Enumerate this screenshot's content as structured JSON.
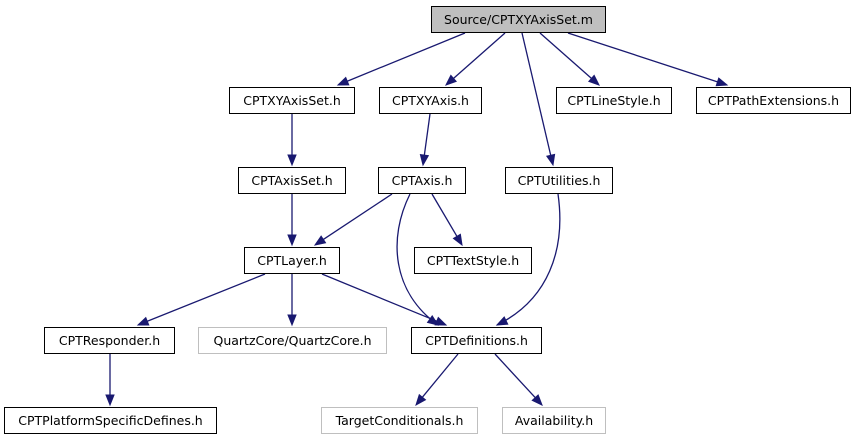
{
  "nodes": {
    "root": "Source/CPTXYAxisSet.m",
    "xyaxisset": "CPTXYAxisSet.h",
    "xyaxis": "CPTXYAxis.h",
    "linestyle": "CPTLineStyle.h",
    "pathext": "CPTPathExtensions.h",
    "axisset": "CPTAxisSet.h",
    "axis": "CPTAxis.h",
    "utilities": "CPTUtilities.h",
    "layer": "CPTLayer.h",
    "textstyle": "CPTTextStyle.h",
    "responder": "CPTResponder.h",
    "quartz": "QuartzCore/QuartzCore.h",
    "definitions": "CPTDefinitions.h",
    "platform": "CPTPlatformSpecificDefines.h",
    "targetcond": "TargetConditionals.h",
    "availability": "Availability.h"
  },
  "edges": [
    [
      "root",
      "xyaxisset"
    ],
    [
      "root",
      "xyaxis"
    ],
    [
      "root",
      "linestyle"
    ],
    [
      "root",
      "pathext"
    ],
    [
      "root",
      "utilities"
    ],
    [
      "xyaxisset",
      "axisset"
    ],
    [
      "axisset",
      "layer"
    ],
    [
      "xyaxis",
      "axis"
    ],
    [
      "axis",
      "layer"
    ],
    [
      "axis",
      "textstyle"
    ],
    [
      "axis",
      "definitions"
    ],
    [
      "utilities",
      "definitions"
    ],
    [
      "layer",
      "responder"
    ],
    [
      "layer",
      "quartz"
    ],
    [
      "layer",
      "definitions"
    ],
    [
      "responder",
      "platform"
    ],
    [
      "definitions",
      "targetcond"
    ],
    [
      "definitions",
      "availability"
    ]
  ],
  "colors": {
    "edge": "#191970",
    "root_fill": "#bfbfbf",
    "node_border": "#000000",
    "external_border": "#bfbfbf"
  }
}
